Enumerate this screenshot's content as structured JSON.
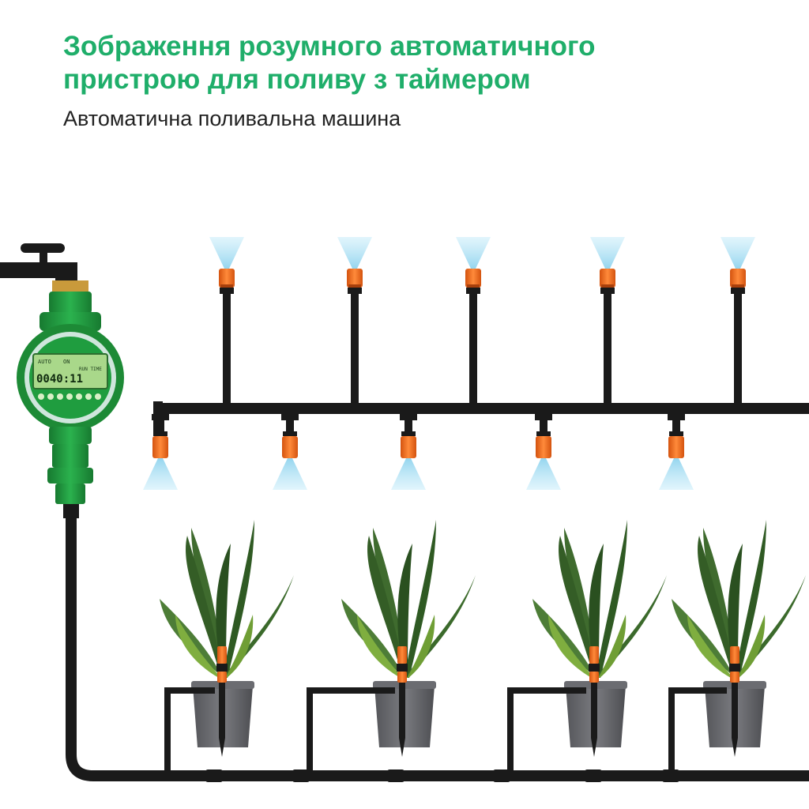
{
  "header": {
    "title_line1": "Зображення розумного автоматичного",
    "title_line2": "пристрою для поливу з таймером",
    "subtitle": "Автоматична поливальна машина"
  },
  "timer": {
    "display_time": "0040:11",
    "display_label": "RUN TIME",
    "mode_label_left": "AUTO",
    "mode_label_right": "ON"
  },
  "colors": {
    "title": "#1fae6a",
    "timer_green": "#1f9d3f",
    "lcd": "#a9d88a",
    "nozzle_orange": "#f26b1d",
    "pipe": "#1a1a1a",
    "spray": "#8fd3ee",
    "pot": "#6e6e72"
  },
  "icons": [
    "water-tap-icon",
    "timer-device-icon",
    "sprinkler-nozzle-icon",
    "potted-plant-icon",
    "drip-stake-icon"
  ]
}
